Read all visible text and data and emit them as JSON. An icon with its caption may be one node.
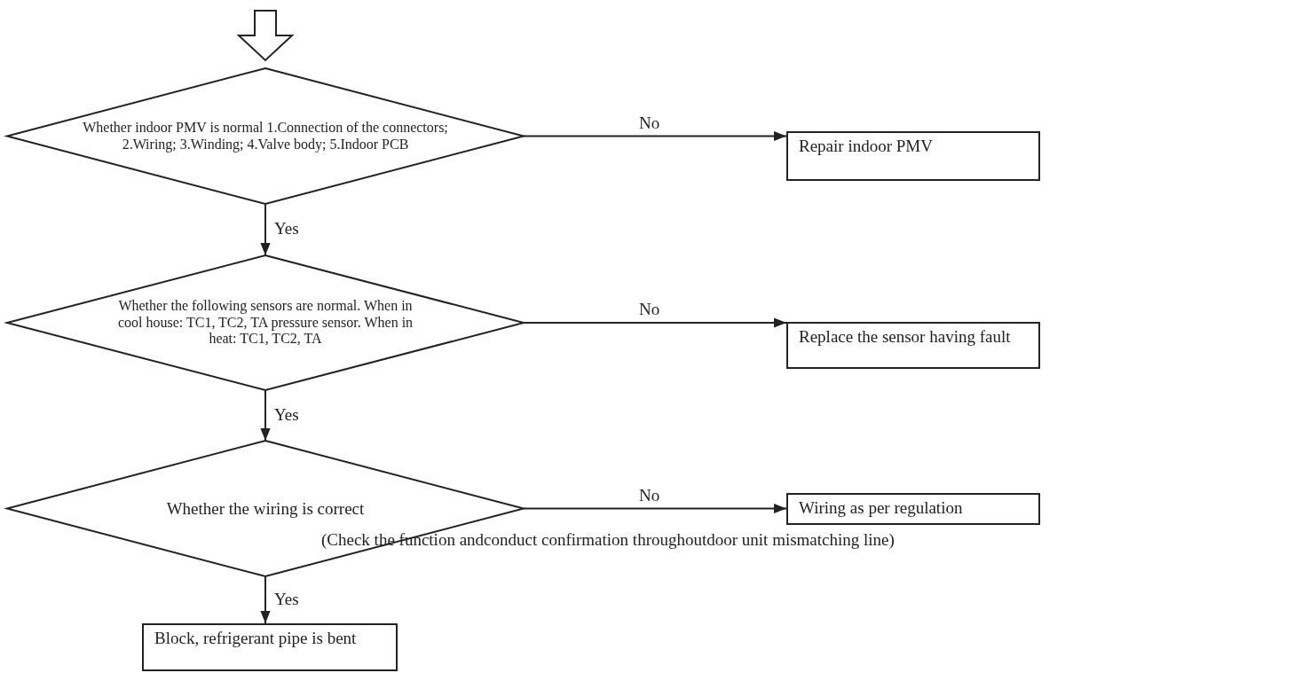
{
  "diagram": {
    "nodes": [
      {
        "text": [
          "Whether indoor PMV is normal 1.Connection of the connectors; 2.Wiring; 3.Winding; 4.Valve body; 5.Indoor PCB"
        ]
      },
      {
        "text": [
          "Repair indoor PMV"
        ]
      },
      {
        "text": [
          "Whether the following sensors are normal. When in cool house: TC1, TC2, TA pressure sensor. When in heat: TC1, TC2, TA"
        ]
      },
      {
        "text": [
          "Replace the sensor having fault"
        ]
      },
      {
        "text": [
          "Whether the wiring is correct"
        ]
      },
      {
        "text": [
          "Wiring as per regulation"
        ],
        "beside": [
          "(Check the function andconduct confirmation throughoutdoor unit mismatching line)"
        ]
      },
      {
        "text": [
          "Block, refrigerant pipe is bent"
        ]
      }
    ],
    "edges": [
      {
        "from": null,
        "to": 0,
        "arrow": "to",
        "style": "thick"
      },
      {
        "from": 0,
        "to": 1,
        "arrow": "to",
        "label": "No"
      },
      {
        "from": 0,
        "to": 2,
        "arrow": "to",
        "label": "Yes"
      },
      {
        "from": 2,
        "to": 3,
        "arrow": "to",
        "label": "No"
      },
      {
        "from": 2,
        "to": 4,
        "arrow": "to",
        "label": "Yes"
      },
      {
        "from": 4,
        "to": 5,
        "arrow": "to",
        "label": "No"
      },
      {
        "from": 4,
        "to": 6,
        "arrow": "to",
        "label": "Yes"
      }
    ]
  }
}
